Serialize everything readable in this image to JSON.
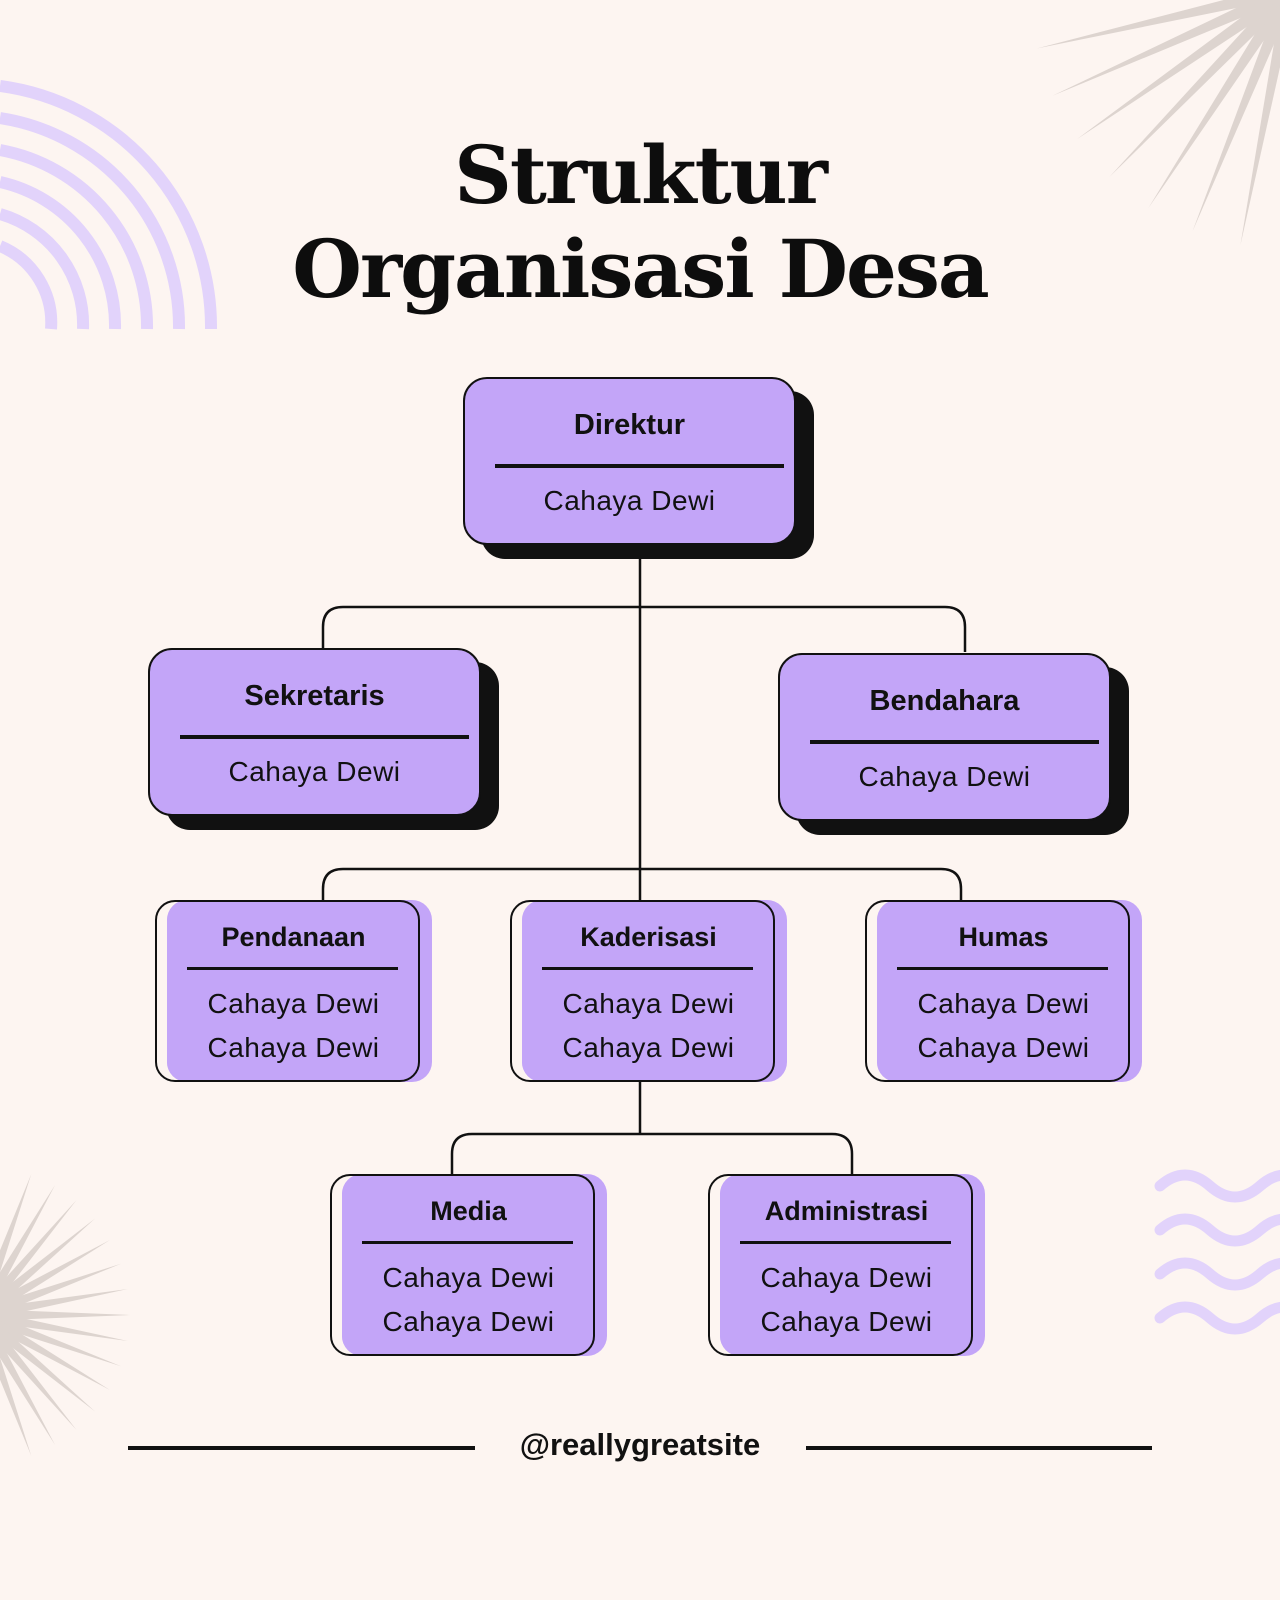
{
  "title": {
    "line1": "Struktur",
    "line2": "Organisasi Desa"
  },
  "nodes": {
    "direktur": {
      "role": "Direktur",
      "names": [
        "Cahaya Dewi"
      ]
    },
    "sekretaris": {
      "role": "Sekretaris",
      "names": [
        "Cahaya Dewi"
      ]
    },
    "bendahara": {
      "role": "Bendahara",
      "names": [
        "Cahaya Dewi"
      ]
    },
    "pendanaan": {
      "role": "Pendanaan",
      "names": [
        "Cahaya Dewi",
        "Cahaya Dewi"
      ]
    },
    "kaderisasi": {
      "role": "Kaderisasi",
      "names": [
        "Cahaya Dewi",
        "Cahaya Dewi"
      ]
    },
    "humas": {
      "role": "Humas",
      "names": [
        "Cahaya Dewi",
        "Cahaya Dewi"
      ]
    },
    "media": {
      "role": "Media",
      "names": [
        "Cahaya Dewi",
        "Cahaya Dewi"
      ]
    },
    "administrasi": {
      "role": "Administrasi",
      "names": [
        "Cahaya Dewi",
        "Cahaya Dewi"
      ]
    }
  },
  "edges": [
    [
      "direktur",
      "sekretaris"
    ],
    [
      "direktur",
      "bendahara"
    ],
    [
      "direktur",
      "pendanaan"
    ],
    [
      "direktur",
      "kaderisasi"
    ],
    [
      "direktur",
      "humas"
    ],
    [
      "kaderisasi",
      "media"
    ],
    [
      "kaderisasi",
      "administrasi"
    ]
  ],
  "footer": {
    "handle": "@reallygreatsite"
  },
  "colors": {
    "background": "#fdf5f1",
    "card": "#c3a5f8",
    "accent_light": "#e2d3fb",
    "starburst": "#ddd4cf",
    "ink": "#111111"
  },
  "decorations": [
    "concentric-arcs-icon",
    "starburst-icon",
    "wave-lines-icon"
  ]
}
